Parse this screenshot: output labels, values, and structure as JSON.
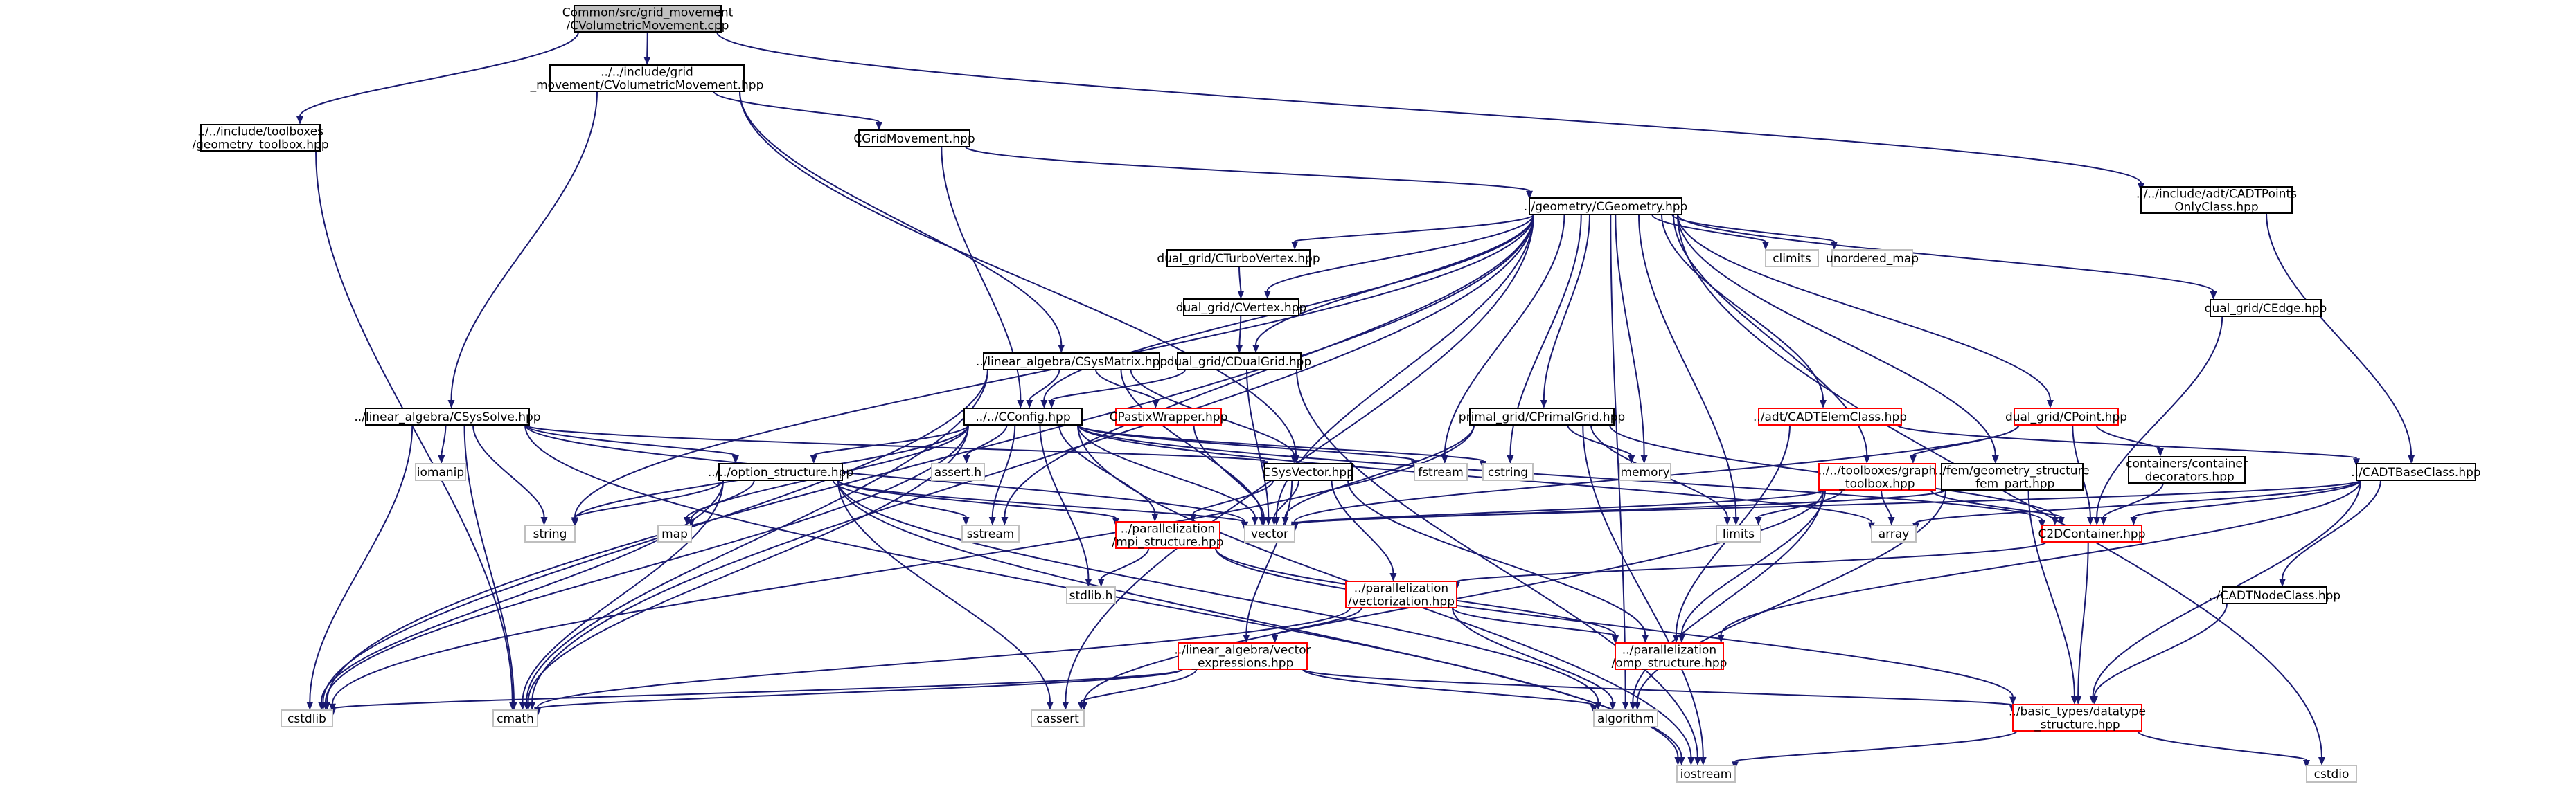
{
  "colors": {
    "edge": "#191970",
    "node_border_black": "#000000",
    "node_border_red": "#ff0000",
    "node_border_gray": "#bfbfbf",
    "root_fill": "#bfbfbf"
  },
  "nodes": [
    {
      "id": "root",
      "lines": [
        "Common/src/grid_movement",
        "/CVolumetricMovement.cpp"
      ],
      "style": "root"
    },
    {
      "id": "cvm",
      "lines": [
        "../../include/grid",
        "_movement/CVolumetricMovement.hpp"
      ],
      "style": "black"
    },
    {
      "id": "geomtool",
      "lines": [
        "../../include/toolboxes",
        "/geometry_toolbox.hpp"
      ],
      "style": "black"
    },
    {
      "id": "cadtpoints",
      "lines": [
        "../../include/adt/CADTPoints",
        "OnlyClass.hpp"
      ],
      "style": "black"
    },
    {
      "id": "cgridmove",
      "lines": [
        "CGridMovement.hpp"
      ],
      "style": "black"
    },
    {
      "id": "cgeometry",
      "lines": [
        "../geometry/CGeometry.hpp"
      ],
      "style": "black"
    },
    {
      "id": "climits",
      "lines": [
        "climits"
      ],
      "style": "gray"
    },
    {
      "id": "unordered_map",
      "lines": [
        "unordered_map"
      ],
      "style": "gray"
    },
    {
      "id": "turbovertex",
      "lines": [
        "dual_grid/CTurboVertex.hpp"
      ],
      "style": "black"
    },
    {
      "id": "cvertex",
      "lines": [
        "dual_grid/CVertex.hpp"
      ],
      "style": "black"
    },
    {
      "id": "cdualgrid",
      "lines": [
        "dual_grid/CDualGrid.hpp"
      ],
      "style": "black"
    },
    {
      "id": "cedge",
      "lines": [
        "dual_grid/CEdge.hpp"
      ],
      "style": "black"
    },
    {
      "id": "csysmatrix",
      "lines": [
        "../linear_algebra/CSysMatrix.hpp"
      ],
      "style": "black"
    },
    {
      "id": "csyssolve",
      "lines": [
        "../linear_algebra/CSysSolve.hpp"
      ],
      "style": "black"
    },
    {
      "id": "cconfig",
      "lines": [
        "../../CConfig.hpp"
      ],
      "style": "black"
    },
    {
      "id": "cpastix",
      "lines": [
        "CPastixWrapper.hpp"
      ],
      "style": "red"
    },
    {
      "id": "primalgrid",
      "lines": [
        "primal_grid/CPrimalGrid.hpp"
      ],
      "style": "black"
    },
    {
      "id": "cadtelem",
      "lines": [
        "../adt/CADTElemClass.hpp"
      ],
      "style": "red"
    },
    {
      "id": "cpoint",
      "lines": [
        "dual_grid/CPoint.hpp"
      ],
      "style": "red"
    },
    {
      "id": "cadtbase",
      "lines": [
        "../CADTBaseClass.hpp"
      ],
      "style": "black"
    },
    {
      "id": "iomanip",
      "lines": [
        "iomanip"
      ],
      "style": "gray"
    },
    {
      "id": "option",
      "lines": [
        "../../option_structure.hpp"
      ],
      "style": "black"
    },
    {
      "id": "assert",
      "lines": [
        "assert.h"
      ],
      "style": "gray"
    },
    {
      "id": "csysvector",
      "lines": [
        "CSysVector.hpp"
      ],
      "style": "black"
    },
    {
      "id": "fstream",
      "lines": [
        "fstream"
      ],
      "style": "gray"
    },
    {
      "id": "cstring",
      "lines": [
        "cstring"
      ],
      "style": "gray"
    },
    {
      "id": "memory",
      "lines": [
        "memory"
      ],
      "style": "gray"
    },
    {
      "id": "graphtool",
      "lines": [
        "../../toolboxes/graph",
        "_toolbox.hpp"
      ],
      "style": "red"
    },
    {
      "id": "fempart",
      "lines": [
        "../fem/geometry_structure",
        "_fem_part.hpp"
      ],
      "style": "black"
    },
    {
      "id": "containerdec",
      "lines": [
        "containers/container",
        "_decorators.hpp"
      ],
      "style": "black"
    },
    {
      "id": "string",
      "lines": [
        "string"
      ],
      "style": "gray"
    },
    {
      "id": "map",
      "lines": [
        "map"
      ],
      "style": "gray"
    },
    {
      "id": "sstream",
      "lines": [
        "sstream"
      ],
      "style": "gray"
    },
    {
      "id": "vector",
      "lines": [
        "vector"
      ],
      "style": "gray"
    },
    {
      "id": "mpi",
      "lines": [
        "../parallelization",
        "/mpi_structure.hpp"
      ],
      "style": "red"
    },
    {
      "id": "limits",
      "lines": [
        "limits"
      ],
      "style": "gray"
    },
    {
      "id": "array",
      "lines": [
        "array"
      ],
      "style": "gray"
    },
    {
      "id": "c2d",
      "lines": [
        "C2DContainer.hpp"
      ],
      "style": "red"
    },
    {
      "id": "stdlib",
      "lines": [
        "stdlib.h"
      ],
      "style": "gray"
    },
    {
      "id": "vectorization",
      "lines": [
        "../parallelization",
        "/vectorization.hpp"
      ],
      "style": "red"
    },
    {
      "id": "cadtnode",
      "lines": [
        "../CADTNodeClass.hpp"
      ],
      "style": "black"
    },
    {
      "id": "vecexpr",
      "lines": [
        "../linear_algebra/vector",
        "_expressions.hpp"
      ],
      "style": "red"
    },
    {
      "id": "omp",
      "lines": [
        "../parallelization",
        "/omp_structure.hpp"
      ],
      "style": "red"
    },
    {
      "id": "cstdlib",
      "lines": [
        "cstdlib"
      ],
      "style": "gray"
    },
    {
      "id": "cmath",
      "lines": [
        "cmath"
      ],
      "style": "gray"
    },
    {
      "id": "cassert",
      "lines": [
        "cassert"
      ],
      "style": "gray"
    },
    {
      "id": "algorithm",
      "lines": [
        "algorithm"
      ],
      "style": "gray"
    },
    {
      "id": "datatype",
      "lines": [
        "../basic_types/datatype",
        "_structure.hpp"
      ],
      "style": "red"
    },
    {
      "id": "iostream",
      "lines": [
        "iostream"
      ],
      "style": "gray"
    },
    {
      "id": "cstdio",
      "lines": [
        "cstdio"
      ],
      "style": "gray"
    }
  ],
  "edges": [
    [
      "root",
      "cvm"
    ],
    [
      "root",
      "geomtool"
    ],
    [
      "root",
      "cadtpoints"
    ],
    [
      "cvm",
      "cgridmove"
    ],
    [
      "cvm",
      "csyssolve"
    ],
    [
      "cvm",
      "csysmatrix"
    ],
    [
      "cvm",
      "csysvector"
    ],
    [
      "geomtool",
      "cmath"
    ],
    [
      "cadtpoints",
      "cadtbase"
    ],
    [
      "cgridmove",
      "cgeometry"
    ],
    [
      "cgridmove",
      "cconfig"
    ],
    [
      "cgeometry",
      "climits"
    ],
    [
      "cgeometry",
      "unordered_map"
    ],
    [
      "cgeometry",
      "turbovertex"
    ],
    [
      "cgeometry",
      "cvertex"
    ],
    [
      "cgeometry",
      "cdualgrid"
    ],
    [
      "cgeometry",
      "cedge"
    ],
    [
      "cgeometry",
      "cconfig"
    ],
    [
      "cgeometry",
      "primalgrid"
    ],
    [
      "cgeometry",
      "cadtelem"
    ],
    [
      "cgeometry",
      "cpoint"
    ],
    [
      "cgeometry",
      "fstream"
    ],
    [
      "cgeometry",
      "cstring"
    ],
    [
      "cgeometry",
      "memory"
    ],
    [
      "cgeometry",
      "graphtool"
    ],
    [
      "cgeometry",
      "fempart"
    ],
    [
      "cgeometry",
      "string"
    ],
    [
      "cgeometry",
      "sstream"
    ],
    [
      "cgeometry",
      "vector"
    ],
    [
      "cgeometry",
      "limits"
    ],
    [
      "cgeometry",
      "cstdlib"
    ],
    [
      "cgeometry",
      "cmath"
    ],
    [
      "cgeometry",
      "cassert"
    ],
    [
      "cgeometry",
      "algorithm"
    ],
    [
      "cgeometry",
      "cstdio"
    ],
    [
      "turbovertex",
      "cvertex"
    ],
    [
      "cvertex",
      "cdualgrid"
    ],
    [
      "cdualgrid",
      "cconfig"
    ],
    [
      "cdualgrid",
      "vector"
    ],
    [
      "cdualgrid",
      "iostream"
    ],
    [
      "cedge",
      "c2d"
    ],
    [
      "csysmatrix",
      "cconfig"
    ],
    [
      "csysmatrix",
      "cpastix"
    ],
    [
      "csysmatrix",
      "csysvector"
    ],
    [
      "csysmatrix",
      "vector"
    ],
    [
      "csysmatrix",
      "cstdlib"
    ],
    [
      "csysmatrix",
      "cmath"
    ],
    [
      "csyssolve",
      "iomanip"
    ],
    [
      "csyssolve",
      "option"
    ],
    [
      "csyssolve",
      "string"
    ],
    [
      "csyssolve",
      "vector"
    ],
    [
      "csyssolve",
      "cstdlib"
    ],
    [
      "csyssolve",
      "cmath"
    ],
    [
      "csyssolve",
      "iostream"
    ],
    [
      "csyssolve",
      "csysvector"
    ],
    [
      "cconfig",
      "option"
    ],
    [
      "cconfig",
      "assert"
    ],
    [
      "cconfig",
      "fstream"
    ],
    [
      "cconfig",
      "cstring"
    ],
    [
      "cconfig",
      "string"
    ],
    [
      "cconfig",
      "map"
    ],
    [
      "cconfig",
      "sstream"
    ],
    [
      "cconfig",
      "vector"
    ],
    [
      "cconfig",
      "mpi"
    ],
    [
      "cconfig",
      "stdlib"
    ],
    [
      "cconfig",
      "iostream"
    ],
    [
      "cconfig",
      "cstdlib"
    ],
    [
      "cconfig",
      "cmath"
    ],
    [
      "cconfig",
      "array"
    ],
    [
      "cconfig",
      "c2d"
    ],
    [
      "cpastix",
      "vector"
    ],
    [
      "primalgrid",
      "memory"
    ],
    [
      "primalgrid",
      "vector"
    ],
    [
      "primalgrid",
      "limits"
    ],
    [
      "primalgrid",
      "iostream"
    ],
    [
      "primalgrid",
      "cstdlib"
    ],
    [
      "primalgrid",
      "c2d"
    ],
    [
      "cadtelem",
      "cadtbase"
    ],
    [
      "cadtelem",
      "omp"
    ],
    [
      "cpoint",
      "graphtool"
    ],
    [
      "cpoint",
      "containerdec"
    ],
    [
      "cpoint",
      "c2d"
    ],
    [
      "cpoint",
      "vector"
    ],
    [
      "cadtbase",
      "vector"
    ],
    [
      "cadtbase",
      "array"
    ],
    [
      "cadtbase",
      "c2d"
    ],
    [
      "cadtbase",
      "cadtnode"
    ],
    [
      "cadtbase",
      "omp"
    ],
    [
      "cadtbase",
      "datatype"
    ],
    [
      "option",
      "string"
    ],
    [
      "option",
      "map"
    ],
    [
      "option",
      "sstream"
    ],
    [
      "option",
      "vector"
    ],
    [
      "option",
      "mpi"
    ],
    [
      "option",
      "cstdlib"
    ],
    [
      "option",
      "cmath"
    ],
    [
      "option",
      "iostream"
    ],
    [
      "option",
      "cassert"
    ],
    [
      "option",
      "algorithm"
    ],
    [
      "csysvector",
      "mpi"
    ],
    [
      "csysvector",
      "vectorization"
    ],
    [
      "csysvector",
      "vecexpr"
    ],
    [
      "csysvector",
      "omp"
    ],
    [
      "csysvector",
      "vector"
    ],
    [
      "graphtool",
      "vector"
    ],
    [
      "graphtool",
      "limits"
    ],
    [
      "graphtool",
      "array"
    ],
    [
      "graphtool",
      "c2d"
    ],
    [
      "graphtool",
      "omp"
    ],
    [
      "graphtool",
      "cassert"
    ],
    [
      "graphtool",
      "algorithm"
    ],
    [
      "fempart",
      "vector"
    ],
    [
      "fempart",
      "datatype"
    ],
    [
      "fempart",
      "algorithm"
    ],
    [
      "containerdec",
      "c2d"
    ],
    [
      "mpi",
      "stdlib"
    ],
    [
      "mpi",
      "omp"
    ],
    [
      "mpi",
      "datatype"
    ],
    [
      "c2d",
      "vectorization"
    ],
    [
      "c2d",
      "datatype"
    ],
    [
      "vectorization",
      "omp"
    ],
    [
      "vectorization",
      "vecexpr"
    ],
    [
      "vectorization",
      "algorithm"
    ],
    [
      "vectorization",
      "cmath"
    ],
    [
      "cadtnode",
      "datatype"
    ],
    [
      "vecexpr",
      "cassert"
    ],
    [
      "vecexpr",
      "cmath"
    ],
    [
      "vecexpr",
      "cstdlib"
    ],
    [
      "vecexpr",
      "algorithm"
    ],
    [
      "vecexpr",
      "datatype"
    ],
    [
      "datatype",
      "iostream"
    ],
    [
      "datatype",
      "cstdio"
    ]
  ]
}
